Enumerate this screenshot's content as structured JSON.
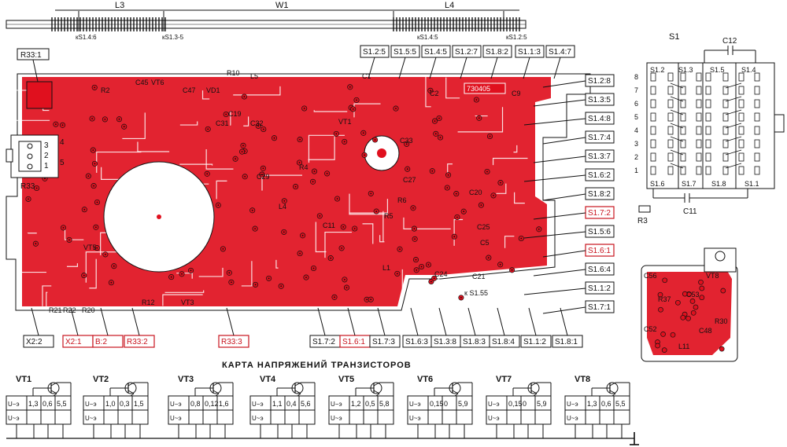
{
  "antenna": {
    "coils": [
      "L3",
      "W1",
      "L4"
    ],
    "taps": [
      "кS1.4:6",
      "кS1.3-5",
      "кS1.4:5",
      "кS1.2:5"
    ]
  },
  "switch": {
    "title": "S1",
    "top_labels": [
      "S1.2",
      "S1.3",
      "S1.5",
      "S1.4"
    ],
    "bottom_labels": [
      "S1.6",
      "S1.7",
      "S1.8",
      "S1.1"
    ],
    "row_numbers": [
      "8",
      "7",
      "6",
      "5",
      "4",
      "3",
      "2",
      "1"
    ],
    "capacitors": [
      "C12",
      "C11"
    ],
    "resistor": "R3"
  },
  "connector": {
    "label": "R33",
    "pins": [
      "3",
      "2",
      "1",
      "4",
      "5"
    ],
    "tag": "R33:1"
  },
  "top_tags": [
    "S1.2:5",
    "S1.5:5",
    "S1.4:5",
    "S1.2:7",
    "S1.8:2",
    "S1.1:3",
    "S1.4:7"
  ],
  "right_tags": [
    {
      "text": "S1.2:8",
      "red": false
    },
    {
      "text": "S1.3:5",
      "red": false
    },
    {
      "text": "S1.4:8",
      "red": false
    },
    {
      "text": "S1.7:4",
      "red": false
    },
    {
      "text": "S1.3:7",
      "red": false
    },
    {
      "text": "S1.6:2",
      "red": false
    },
    {
      "text": "S1.8:2",
      "red": false
    },
    {
      "text": "S1.7:2",
      "red": true
    },
    {
      "text": "S1.5:6",
      "red": false
    },
    {
      "text": "S1.6:1",
      "red": true
    },
    {
      "text": "S1.6:4",
      "red": false
    },
    {
      "text": "S1.1:2",
      "red": false
    },
    {
      "text": "S1.7:1",
      "red": false
    }
  ],
  "bottom_tags": [
    {
      "text": "X2:2",
      "red": false
    },
    {
      "text": "X2:1",
      "red": true
    },
    {
      "text": "B:2",
      "red": true
    },
    {
      "text": "R33:2",
      "red": true
    },
    {
      "text": "R33:3",
      "red": true
    },
    {
      "text": "S1.7:2",
      "red": false
    },
    {
      "text": "S1.6:1",
      "red": true
    },
    {
      "text": "S1.7:3",
      "red": false
    },
    {
      "text": "S1.6:3",
      "red": false
    },
    {
      "text": "S1.3:8",
      "red": false
    },
    {
      "text": "S1.8:3",
      "red": false
    },
    {
      "text": "S1.8:4",
      "red": false
    },
    {
      "text": "S1.1:2",
      "red": false
    },
    {
      "text": "S1.8:1",
      "red": false
    }
  ],
  "board_labels": [
    "C45",
    "VT6",
    "R2",
    "C47",
    "VD1",
    "R10",
    "L5",
    "C31",
    "C32",
    "VT1",
    "C1",
    "C2",
    "C9",
    "C27",
    "C29",
    "L4",
    "R4",
    "R6",
    "C25",
    "C20",
    "C5",
    "VT5",
    "R21",
    "R22",
    "R20",
    "R12",
    "VT3",
    "C21",
    "к S1.55",
    "C24",
    "L1",
    "C11",
    "C19",
    "C33",
    "R5",
    "730405"
  ],
  "sub_board_labels": [
    "VT8",
    "C56",
    "R37",
    "C52",
    "C48",
    "L11",
    "C53",
    "R30"
  ],
  "voltage_title": "КАРТА НАПРЯЖЕНИЙ ТРАНЗИСТОРОВ",
  "transistors": [
    {
      "name": "VT1",
      "row_labels": [
        "U−э",
        "U~э"
      ],
      "values": [
        "1,3",
        "0,6",
        "5,5"
      ]
    },
    {
      "name": "VT2",
      "row_labels": [
        "U−э",
        "U~э"
      ],
      "values": [
        "1,0",
        "0,3",
        "1,5"
      ]
    },
    {
      "name": "VT3",
      "row_labels": [
        "U−э",
        "U~э"
      ],
      "values": [
        "0,8",
        "0,12",
        "1,6"
      ]
    },
    {
      "name": "VT4",
      "row_labels": [
        "U−э",
        "U~э"
      ],
      "values": [
        "1,1",
        "0,4",
        "5,6"
      ]
    },
    {
      "name": "VT5",
      "row_labels": [
        "U−э",
        "U~э"
      ],
      "values": [
        "1,2",
        "0,5",
        "5,8"
      ]
    },
    {
      "name": "VT6",
      "row_labels": [
        "U−э",
        "U~э"
      ],
      "values": [
        "0,15",
        "0",
        "5,9"
      ]
    },
    {
      "name": "VT7",
      "row_labels": [
        "U−э",
        "U~э"
      ],
      "values": [
        "0,15",
        "0",
        "5,9"
      ]
    },
    {
      "name": "VT8",
      "row_labels": [
        "U−э",
        "U~э"
      ],
      "values": [
        "1,3",
        "0,6",
        "5,5"
      ]
    }
  ],
  "colors": {
    "trace": "#e0101e",
    "ink": "#111111",
    "tag_red": "#c8141e"
  }
}
